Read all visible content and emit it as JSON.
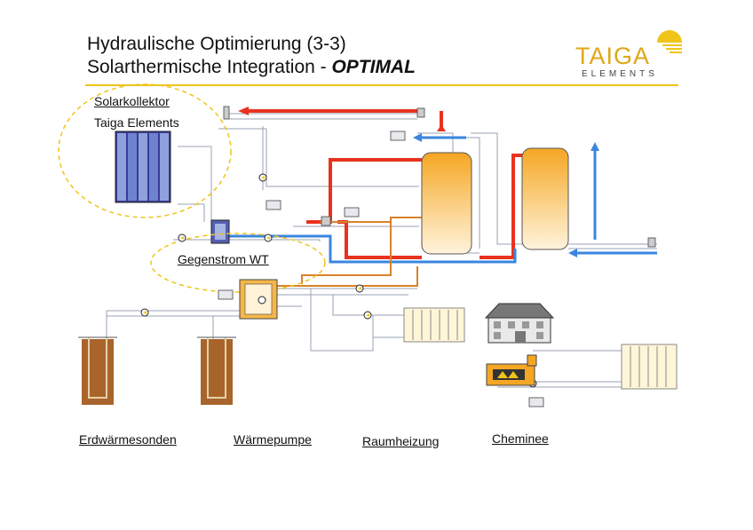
{
  "header": {
    "title_line1": "Hydraulische Optimierung (3-3)",
    "title_line2_prefix": "Solarthermische Integration - ",
    "title_line2_emph": "OPTIMAL"
  },
  "logo": {
    "name": "TAIGA",
    "sub": "ELEMENTS",
    "color": "#e0a61a"
  },
  "labels": {
    "solar_title": "Solarkollektor",
    "solar_sub": "Taiga Elements",
    "heat_exchanger": "Gegenstrom WT",
    "probes": "Erdwärmesonden",
    "heat_pump": "Wärmepumpe",
    "room_heating": "Raumheizung",
    "fireplace": "Cheminee"
  },
  "colors": {
    "hot": "#e8321e",
    "cold": "#3a86e0",
    "warm": "#d9822b",
    "pipe": "#c8cbd8",
    "tank": "#f5a623",
    "highlight": "#f0c419"
  }
}
